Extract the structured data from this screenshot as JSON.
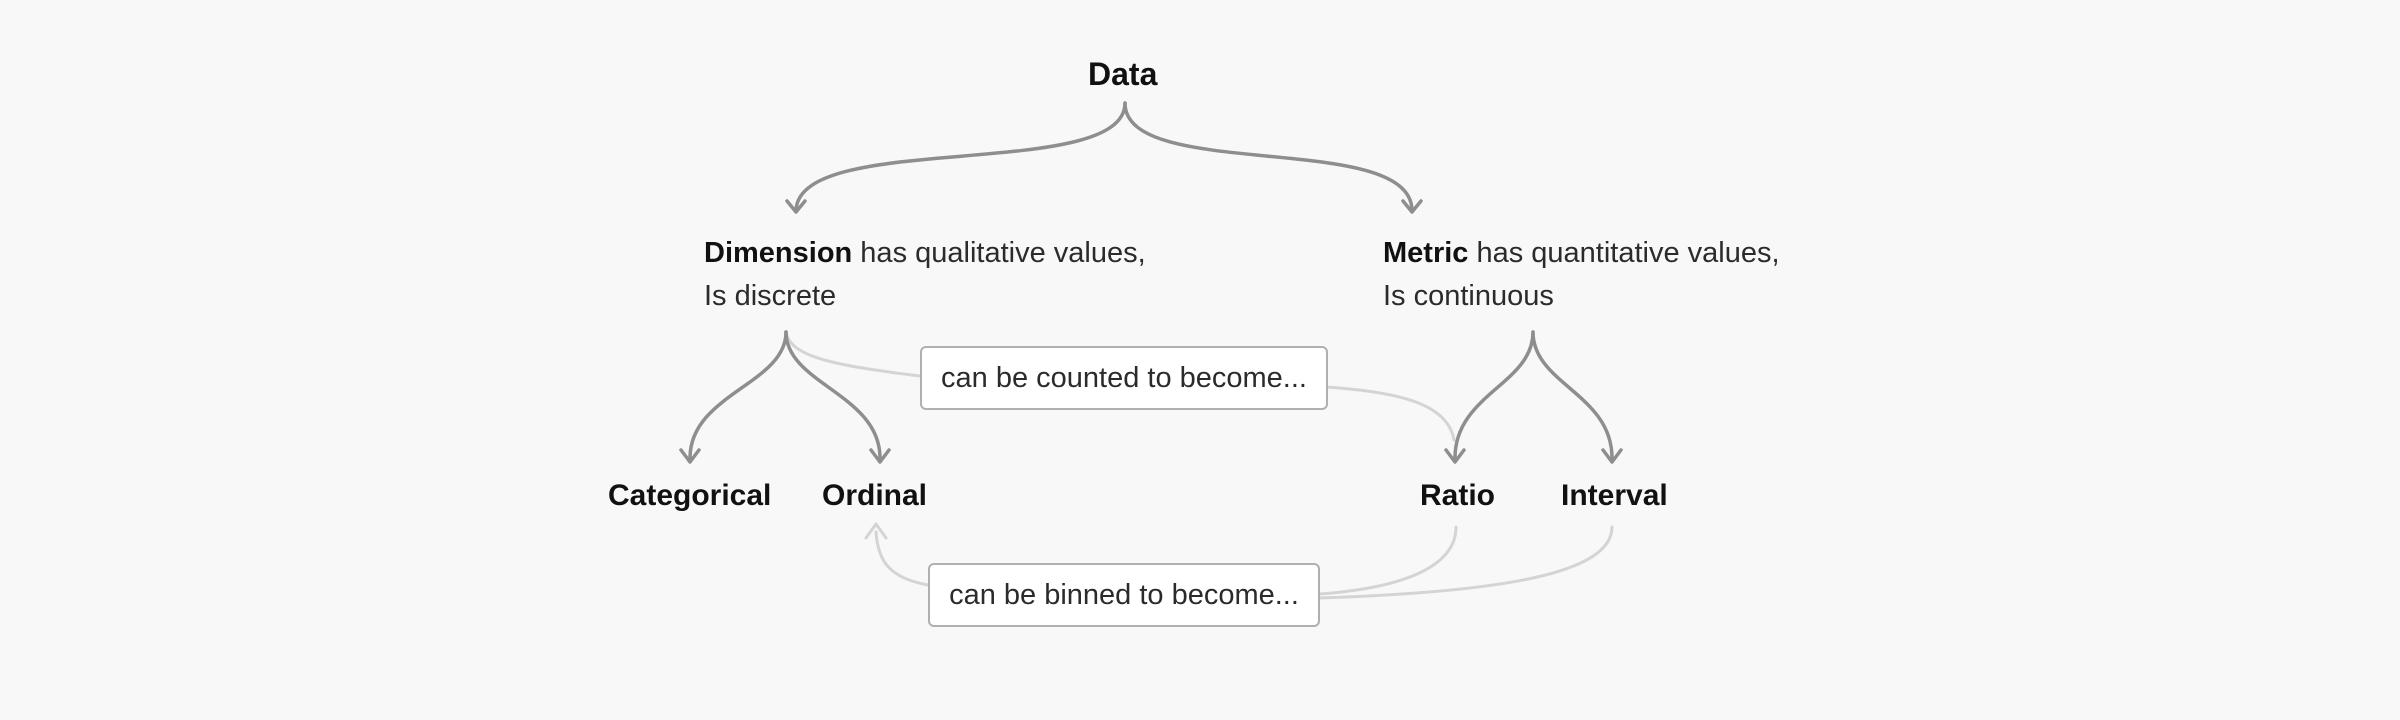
{
  "root": {
    "label": "Data"
  },
  "dimension": {
    "name": "Dimension",
    "line1_rest": " has qualitative values,",
    "line2": "Is discrete"
  },
  "metric": {
    "name": "Metric",
    "line1_rest": " has quantitative values,",
    "line2": "Is continuous"
  },
  "leaves": {
    "categorical": "Categorical",
    "ordinal": "Ordinal",
    "ratio": "Ratio",
    "interval": "Interval"
  },
  "relations": {
    "counted": "can be counted to become...",
    "binned": "can be binned to become..."
  },
  "colors": {
    "background": "#f8f8f8",
    "primary_connector": "#8e8e8e",
    "secondary_connector": "#d4d4d4",
    "box_border": "#b0b0b0"
  }
}
